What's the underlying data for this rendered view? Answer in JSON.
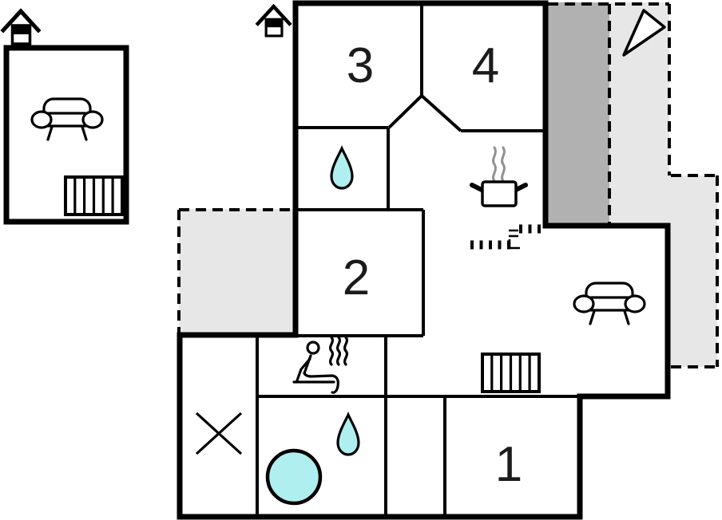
{
  "plan": {
    "type": "floor-plan",
    "rooms": [
      {
        "id": "room-1",
        "label": "1"
      },
      {
        "id": "room-2",
        "label": "2"
      },
      {
        "id": "room-3",
        "label": "3"
      },
      {
        "id": "room-4",
        "label": "4"
      }
    ],
    "colors": {
      "wall": "#000000",
      "background": "#ffffff",
      "water": "#b0efef",
      "terrace_dark": "#b1b1b1",
      "terrace_light": "#e7e7e7",
      "steam_gray": "#909090"
    },
    "icons": [
      "house-icon",
      "sofa-icon",
      "radiator-icon",
      "compass-needle-icon",
      "water-drop-icon",
      "cooking-pot-icon",
      "steam-icon",
      "sauna-person-icon",
      "round-bathtub-icon",
      "cross-mark-icon",
      "entrance-steps-icon"
    ]
  }
}
